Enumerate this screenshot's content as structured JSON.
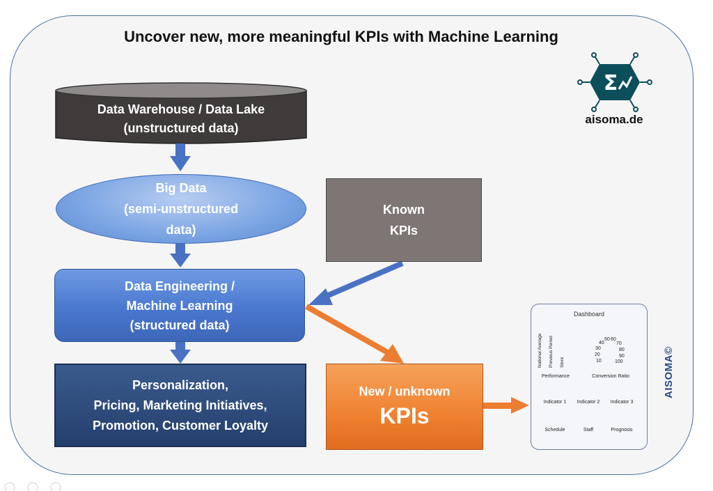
{
  "title": "Uncover new, more meaningful KPIs with Machine Learning",
  "warehouse": {
    "line1": "Data Warehouse / Data Lake",
    "line2": "(unstructured data)"
  },
  "big_data": {
    "text": "Big Data\n(semi-unstructured\ndata)"
  },
  "known_kpis": {
    "text": "Known\nKPIs"
  },
  "engineering": {
    "text": "Data Engineering /\nMachine Learning\n(structured data)"
  },
  "personalization": {
    "text": "Personalization,\nPricing, Marketing Initiatives,\nPromotion, Customer Loyalty"
  },
  "new_kpis": {
    "line1": "New / unknown",
    "line2": "KPIs"
  },
  "logo": {
    "text": "aisoma.de",
    "icon": "sigma-hexagon-icon"
  },
  "brand_vertical": "AISOMA©",
  "dashboard": {
    "title": "Dashboard",
    "bars": [
      "National Average",
      "Previous Period",
      "Store"
    ],
    "performance_label": "Performance",
    "conversion_label": "Conversion Ratio",
    "gauge_ticks": [
      "10",
      "20",
      "30",
      "40",
      "50",
      "60",
      "70",
      "80",
      "90",
      "100"
    ],
    "indicators": [
      "Indicator 1",
      "Indicator 2",
      "Indicator 3",
      "Schedule",
      "Staff",
      "Prognosis"
    ]
  },
  "colors": {
    "warehouse": "#3f3b3b",
    "big_data": "#7aa4e3",
    "known": "#7d7675",
    "engineering": "#4a78cf",
    "personalization": "#233f6c",
    "new_kpis": "#ef8130",
    "arrow_blue": "#4a72c4",
    "arrow_orange": "#ed7d31"
  }
}
